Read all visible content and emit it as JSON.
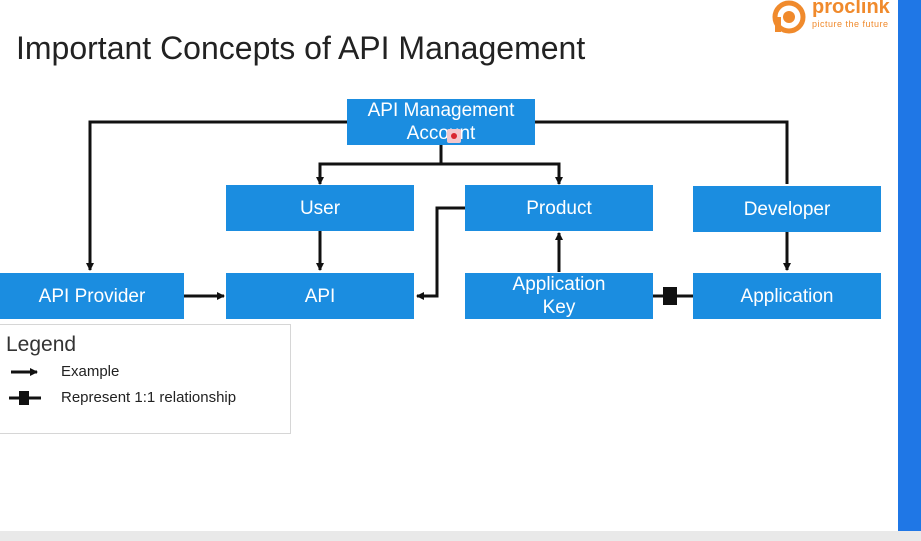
{
  "title": "Important Concepts of API Management",
  "logo": {
    "name": "proclink",
    "tagline": "picture the future"
  },
  "boxes": {
    "account": "API Management\nAccount",
    "user": "User",
    "product": "Product",
    "developer": "Developer",
    "api_provider": "API Provider",
    "api": "API",
    "application_key": "Application\nKey",
    "application": "Application"
  },
  "legend": {
    "title": "Legend",
    "example": "Example",
    "relationship": "Represent 1:1 relationship"
  },
  "colors": {
    "box": "#1b8de0",
    "accent_strip": "#1f77e6",
    "logo": "#f08a2c"
  }
}
